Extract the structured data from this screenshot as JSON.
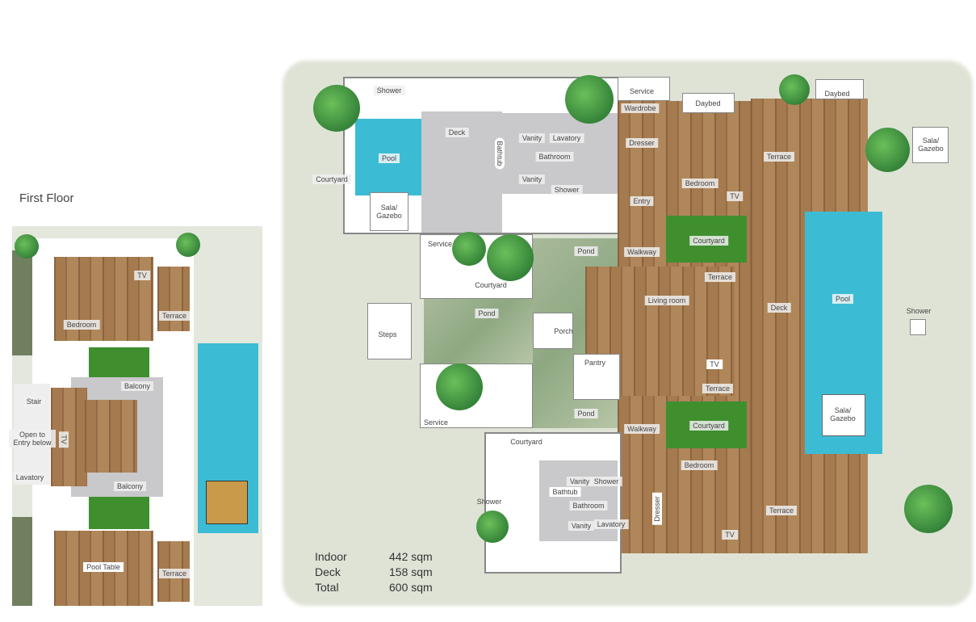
{
  "first_floor": {
    "title": "First Floor",
    "labels": {
      "bedroom": "Bedroom",
      "tv": "TV",
      "terrace1": "Terrace",
      "balcony1": "Balcony",
      "stair": "Stair",
      "open": "Open to Entry below",
      "tv2": "TV",
      "lavatory": "Lavatory",
      "balcony2": "Balcony",
      "pool_table": "Pool Table",
      "terrace2": "Terrace"
    }
  },
  "ground_floor": {
    "labels": {
      "shower1": "Shower",
      "pool1": "Pool",
      "courtyard1": "Courtyard",
      "sala1": "Sala/ Gazebo",
      "deck1": "Deck",
      "bathtub1": "Bathtub",
      "vanity1": "Vanity",
      "lavatory1": "Lavatory",
      "bathroom1": "Bathroom",
      "vanity2": "Vanity",
      "shower2": "Shower",
      "service1": "Service",
      "wardrobe": "Wardrobe",
      "daybed1": "Daybed",
      "dresser1": "Dresser",
      "bedroom1": "Bedroom",
      "tv1": "TV",
      "entry": "Entry",
      "daybed2": "Daybed",
      "terrace1": "Terrace",
      "sala2": "Sala/ Gazebo",
      "service2": "Service",
      "courtyard2": "Courtyard",
      "pond1": "Pond",
      "walkway1": "Walkway",
      "courtyard3": "Courtyard",
      "terrace2": "Terrace",
      "living": "Living room",
      "deck2": "Deck",
      "pool2": "Pool",
      "shower3": "Shower",
      "steps": "Steps",
      "pond2": "Pond",
      "porch": "Porch",
      "pantry": "Pantry",
      "tv2": "TV",
      "terrace3": "Terrace",
      "service3": "Service",
      "pond3": "Pond",
      "walkway2": "Walkway",
      "courtyard4": "Courtyard",
      "sala3": "Sala/ Gazebo",
      "courtyard5": "Courtyard",
      "bedroom2": "Bedroom",
      "vanity3": "Vanity",
      "shower4": "Shower",
      "bathtub2": "Bathtub",
      "bathroom2": "Bathroom",
      "shower5": "Shower",
      "dresser2": "Dresser",
      "vanity4": "Vanity",
      "lavatory2": "Lavatory",
      "tv3": "TV",
      "terrace4": "Terrace"
    }
  },
  "areas": [
    {
      "label": "Indoor",
      "value": "442 sqm"
    },
    {
      "label": "Deck",
      "value": "158 sqm"
    },
    {
      "label": "Total",
      "value": "600 sqm"
    }
  ]
}
